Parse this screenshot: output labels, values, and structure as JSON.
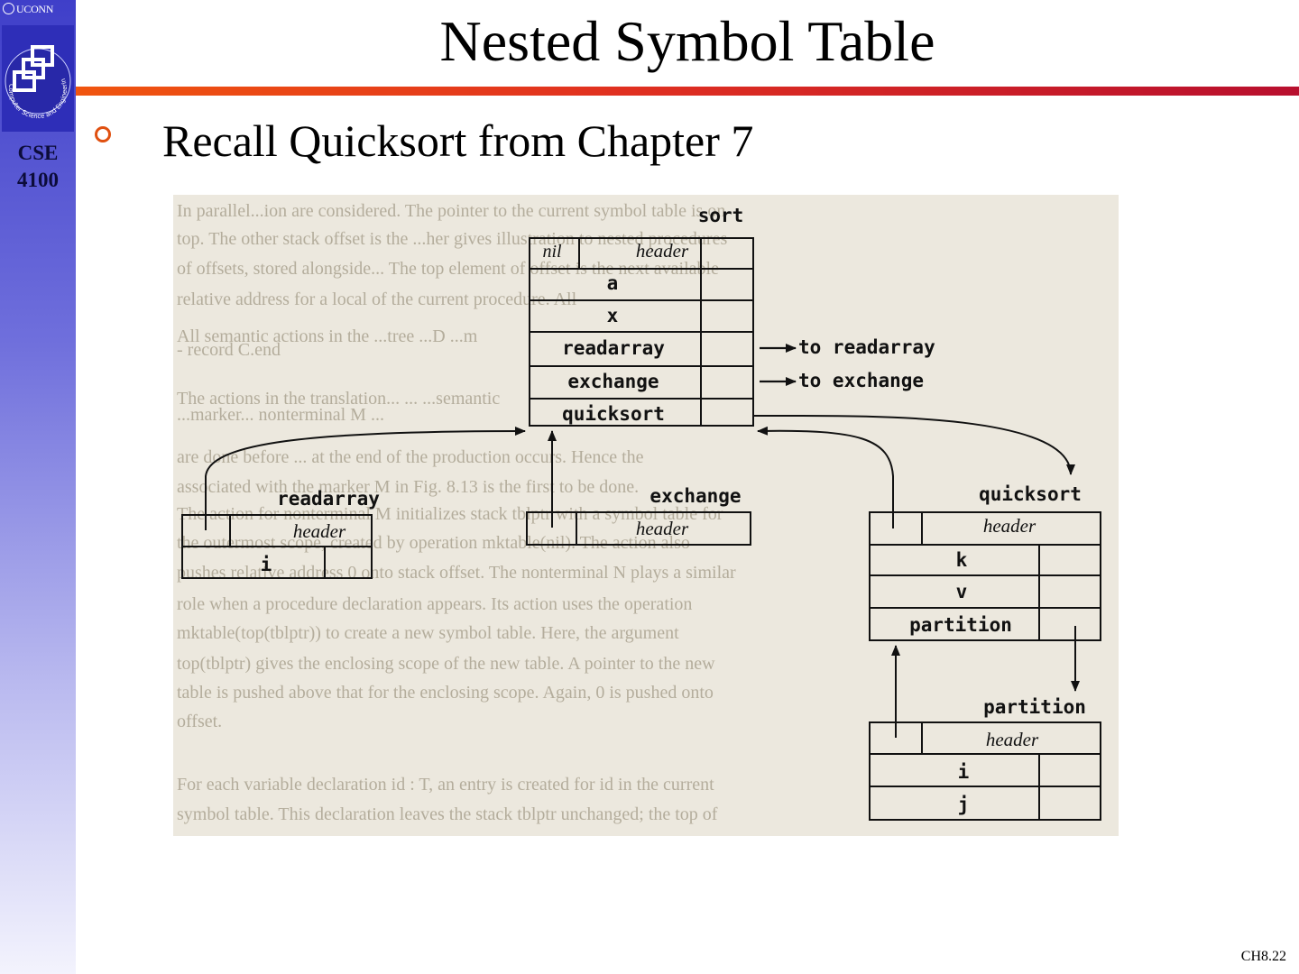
{
  "sidebar": {
    "university": "UCONN",
    "logo_text": "Computer Science and Engineering",
    "course_code": "CSE",
    "course_number": "4100"
  },
  "slide": {
    "title": "Nested Symbol Table",
    "bullet": "Recall Quicksort from Chapter 7",
    "slide_number": "CH8.22"
  },
  "colors": {
    "sidebar_top": "#3f3fc9",
    "rule_left": "#f0550f",
    "rule_right": "#b80f2e",
    "bullet": "#e05010",
    "figure_bg": "#ece8de"
  },
  "diagram": {
    "sort": {
      "name": "sort",
      "nil": "nil",
      "header": "header",
      "entries": [
        "a",
        "x",
        "readarray",
        "exchange",
        "quicksort"
      ],
      "pointer_readarray": "to readarray",
      "pointer_exchange": "to exchange"
    },
    "readarray": {
      "name": "readarray",
      "header": "header",
      "entries": [
        "i"
      ]
    },
    "exchange": {
      "name": "exchange",
      "header": "header"
    },
    "quicksort": {
      "name": "quicksort",
      "header": "header",
      "entries": [
        "k",
        "v",
        "partition"
      ]
    },
    "partition": {
      "name": "partition",
      "header": "header",
      "entries": [
        "i",
        "j"
      ]
    },
    "background_text": [
      "In parallel...ion are considered. The pointer to the current symbol table is on",
      "top.  The other stack offset is the ...her gives illustration to nested procedures",
      "of offsets, stored alongside... The top element of offset is the next available",
      "relative address for a local of the current procedure. All",
      "All semantic actions in the ...tree ...D ...m",
      "- record C.end",
      "The actions in the translation...   ... ...semantic",
      "...marker... nonterminal M ...",
      "are done before ... at the end of the production occurs.  Hence the",
      "associated with the marker M in Fig. 8.13 is the first to be done.",
      "The action for nonterminal M initializes stack tblptr with a symbol table for",
      "the outermost scope, created by operation mktable(nil).  The action also",
      "pushes relative address 0 onto stack offset.  The nonterminal N plays a similar",
      "role when a procedure declaration appears.  Its action uses the operation",
      "mktable(top(tblptr)) to create a new symbol table.  Here, the argument",
      "top(tblptr) gives the enclosing scope of the new table.  A pointer to the new",
      "table is pushed above that for the enclosing scope.  Again, 0 is pushed onto",
      "offset.",
      "For each variable declaration id : T, an entry is created for id in the current",
      "symbol table.  This declaration leaves the stack tblptr unchanged; the top of"
    ]
  }
}
